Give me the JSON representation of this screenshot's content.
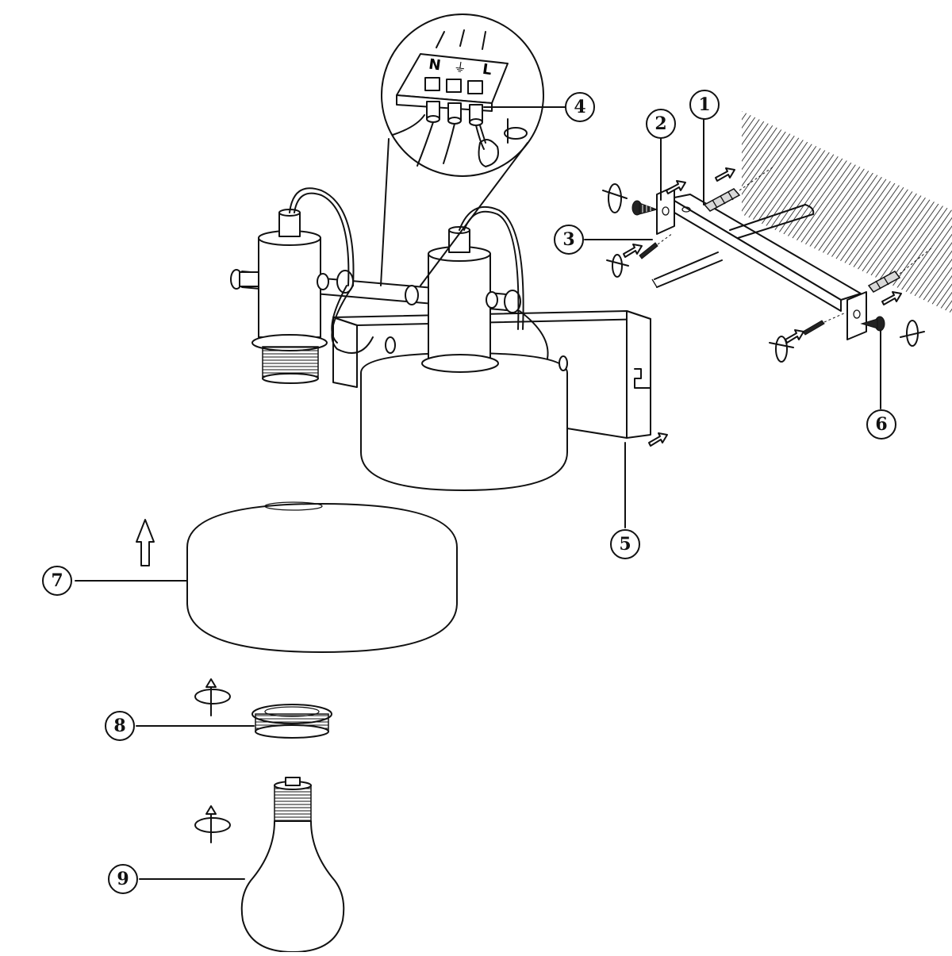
{
  "diagram": {
    "callouts": [
      {
        "id": "1",
        "label": "1"
      },
      {
        "id": "2",
        "label": "2"
      },
      {
        "id": "3",
        "label": "3"
      },
      {
        "id": "4",
        "label": "4"
      },
      {
        "id": "5",
        "label": "5"
      },
      {
        "id": "6",
        "label": "6"
      },
      {
        "id": "7",
        "label": "7"
      },
      {
        "id": "8",
        "label": "8"
      },
      {
        "id": "9",
        "label": "9"
      }
    ],
    "terminal_symbols": [
      "N",
      "⏚",
      "L"
    ],
    "colors": {
      "line": "#111111",
      "background": "#ffffff"
    }
  }
}
